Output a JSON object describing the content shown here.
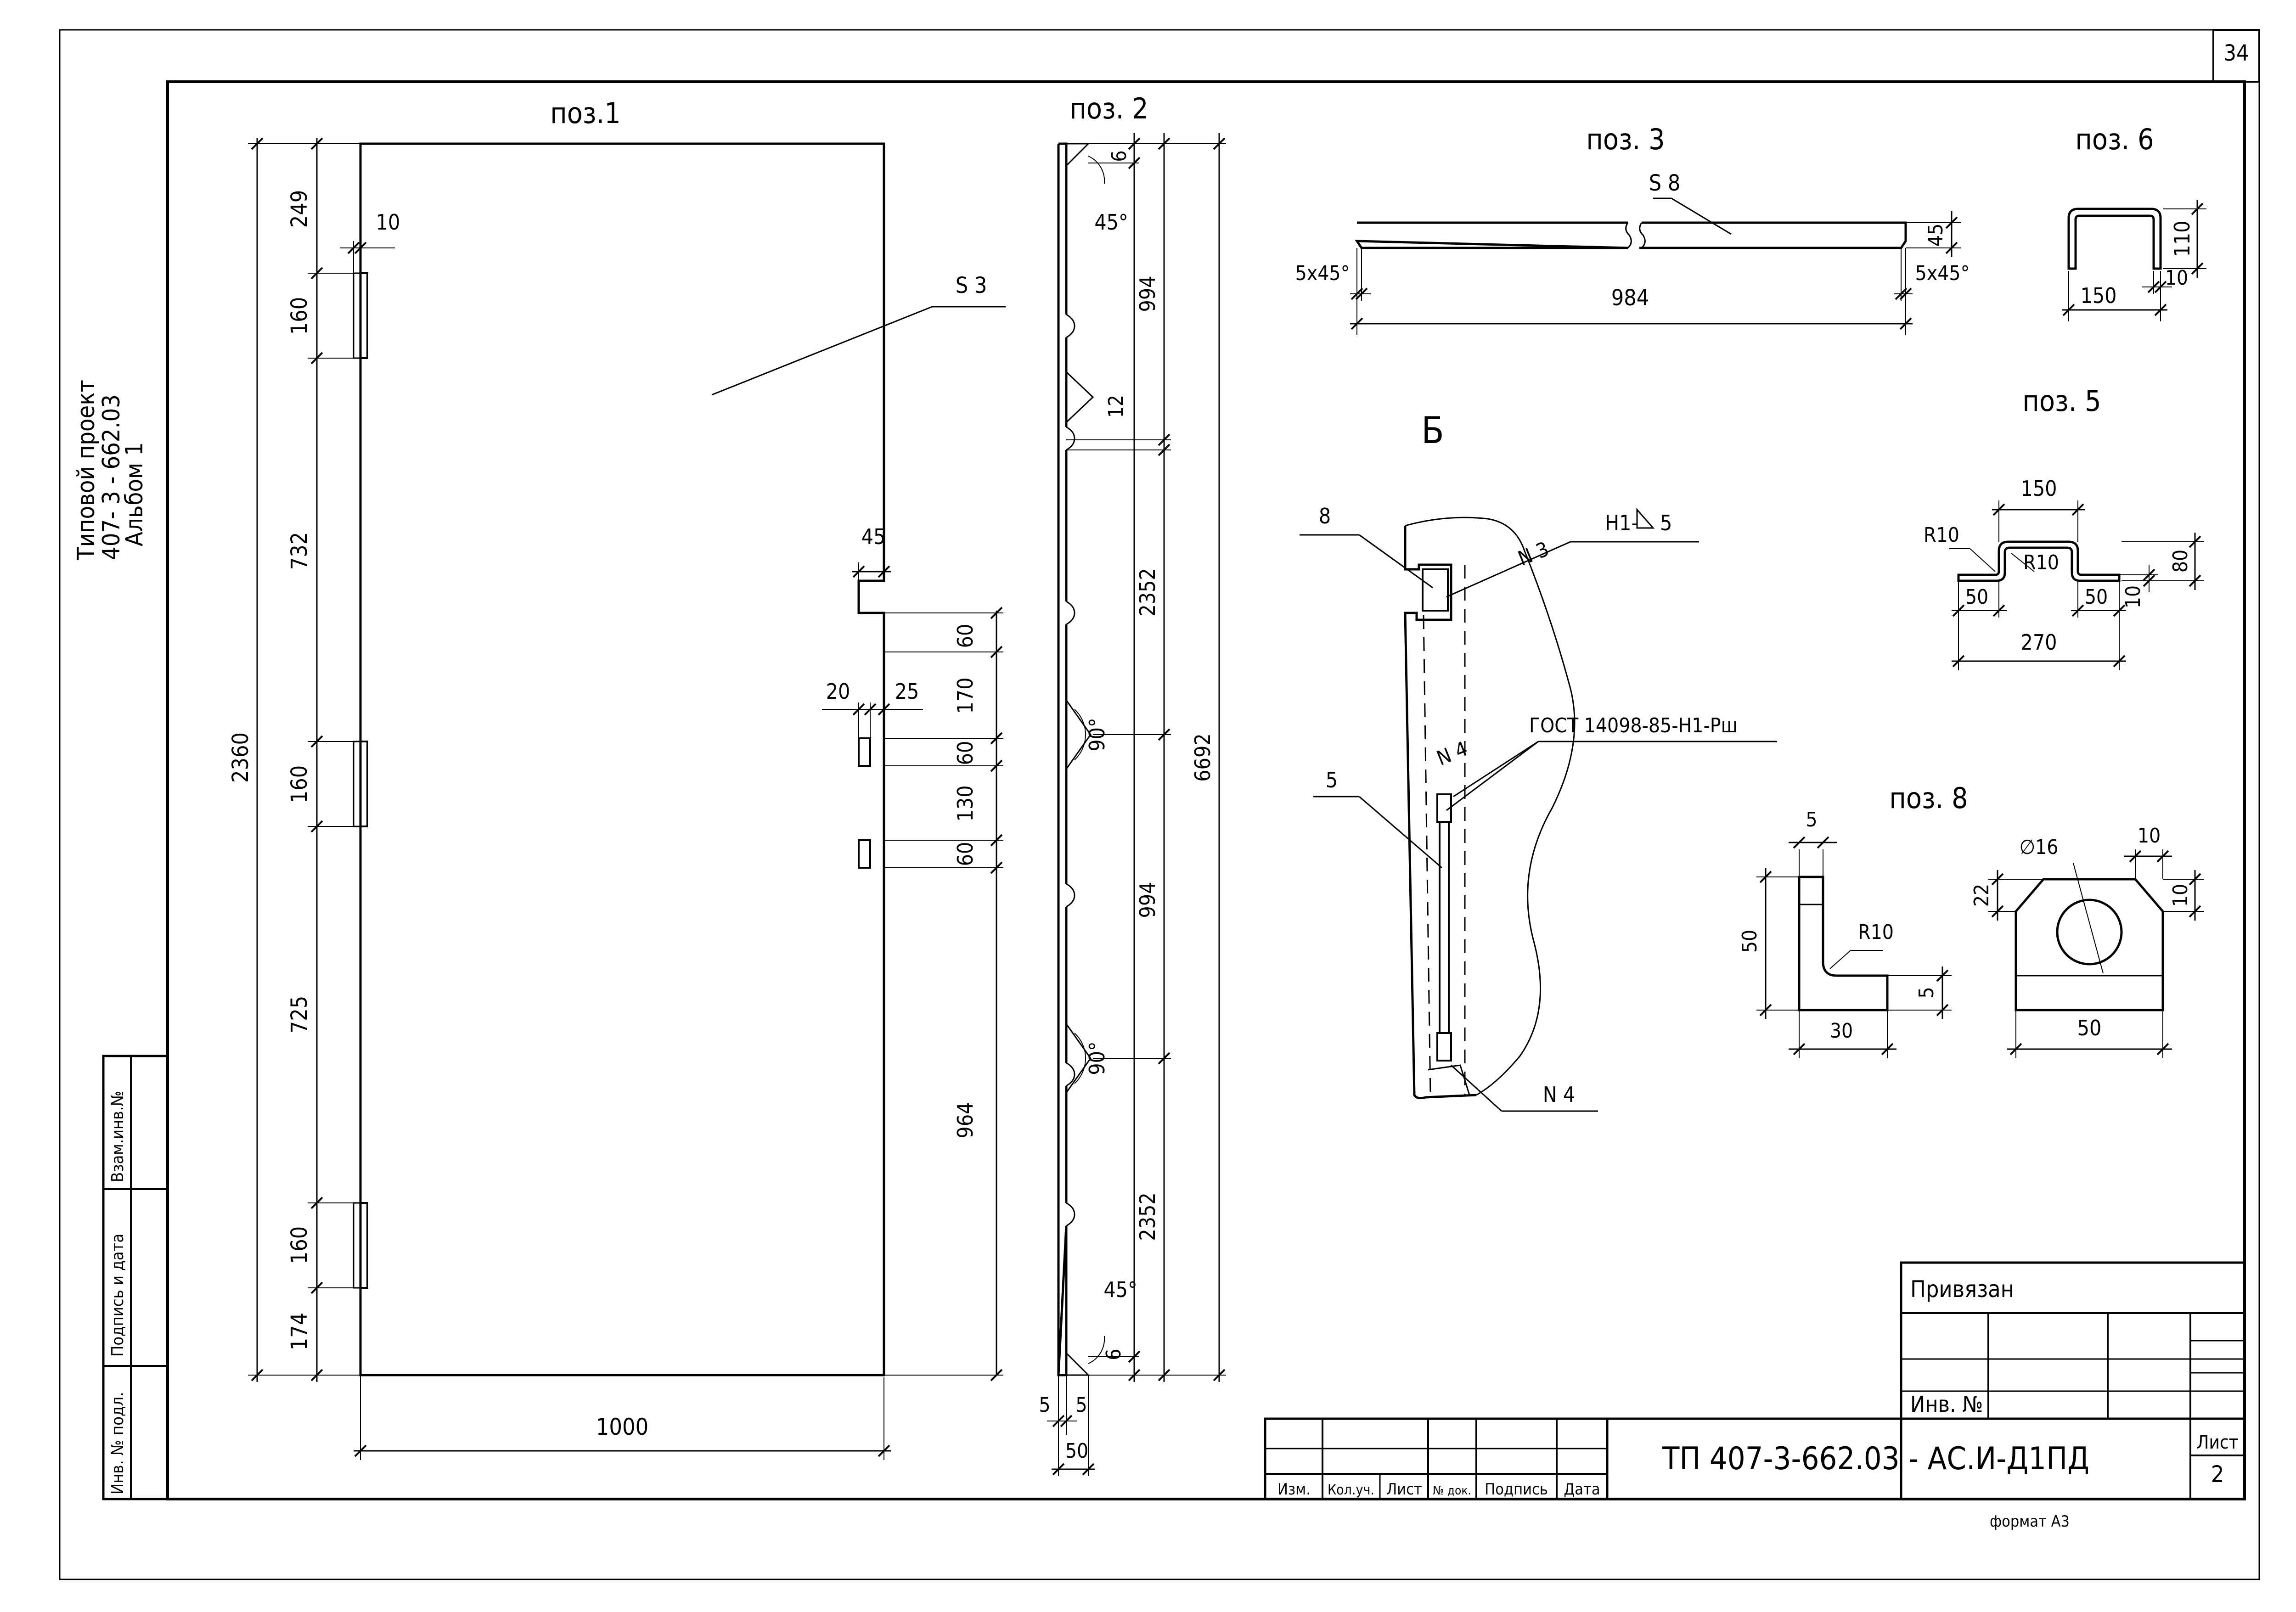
{
  "sheet": {
    "page_number": "34",
    "format_note": "формат А3",
    "album_lines": [
      "Типовой проект",
      "407- 3 - 662.03",
      "Альбом 1"
    ]
  },
  "side_stamp": [
    "Взам.инв.№",
    "Подпись и дата",
    "Инв. № подл."
  ],
  "title_block": {
    "privyazan": "Привязан",
    "inv_no": "Инв. №",
    "code": "ТП   407-3-662.03 - АС.И-Д1ПД",
    "list_label": "Лист",
    "list_no": "2",
    "columns": [
      "Изм.",
      "Кол.уч.",
      "Лист",
      "№ док.",
      "Подпись",
      "Дата"
    ]
  },
  "pos1": {
    "title": "поз.1",
    "material": "S 3",
    "dims": {
      "width": "1000",
      "height": "2360",
      "seg_top": "249",
      "hinge": "160",
      "seg_mid_top": "732",
      "seg_mid_bot": "725",
      "seg_bot": "174",
      "hinge_thk": "10",
      "notch_w": "45",
      "d60a": "60",
      "d170": "170",
      "d60b": "60",
      "d130": "130",
      "d60c": "60",
      "slot_w": "20",
      "slot_off": "25",
      "d964": "964"
    }
  },
  "pos2": {
    "title": "поз. 2",
    "dims": {
      "top6": "6",
      "angle45": "45°",
      "d994a": "994",
      "d12": "12",
      "d2352a": "2352",
      "angle90": "90°",
      "d6692": "6692",
      "d994b": "994",
      "d2352b": "2352",
      "bot6": "6",
      "d5a": "5",
      "d5b": "5",
      "d50": "50"
    }
  },
  "pos3": {
    "title": "поз. 3",
    "material": "S 8",
    "dims": {
      "chamfer": "5x45°",
      "length": "984",
      "height": "45"
    }
  },
  "pos6": {
    "title": "поз. 6",
    "dims": {
      "width": "150",
      "height": "110",
      "thk": "10"
    }
  },
  "pos5": {
    "title": "поз. 5",
    "dims": {
      "top": "150",
      "r_out": "R10",
      "r_in": "R10",
      "flange_l": "50",
      "flange_r": "50",
      "thk": "10",
      "height": "80",
      "total": "270"
    }
  },
  "pos8": {
    "title": "поз. 8",
    "dims": {
      "thk": "5",
      "height": "50",
      "radius": "R10",
      "base": "30",
      "lip": "5",
      "hole": "∅16",
      "side": "22",
      "chamf_a": "10",
      "chamf_b": "10",
      "width": "50"
    }
  },
  "detailB": {
    "title": "Б",
    "callouts": {
      "item8": "8",
      "n3": "N 3",
      "weld": "Н1-",
      "weld_leg": "5",
      "n4a": "N 4",
      "gost": "ГОСТ 14098-85-Н1-Рш",
      "item5": "5",
      "n4b": "N 4"
    }
  }
}
